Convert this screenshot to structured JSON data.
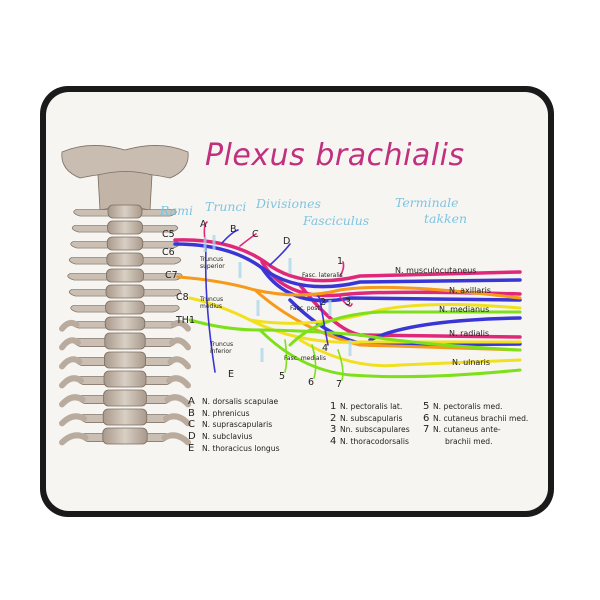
{
  "title": "Plexus brachialis",
  "headers": {
    "rami": "Rami",
    "trunci": "Trunci",
    "divisiones": "Divisiones",
    "fasciculus": "Fasciculus",
    "terminale": "Terminale",
    "takken": "takken"
  },
  "roots": [
    "C5",
    "C6",
    "C7",
    "C8",
    "TH1"
  ],
  "letters": [
    "A",
    "B",
    "C",
    "D",
    "E"
  ],
  "trunks": {
    "superior": [
      "Truncus",
      "superior"
    ],
    "medius": [
      "Truncus",
      "medius"
    ],
    "inferior": [
      "Truncus",
      "inferior"
    ]
  },
  "fasciculi": {
    "lateralis": "Fasc. lateralis",
    "post": "Fasc. post.",
    "medialis": "Fasc. medialis"
  },
  "branch_numbers": [
    "1",
    "2",
    "3",
    "4",
    "5",
    "6",
    "7"
  ],
  "terminal_nerves": [
    "N. musculocutaneus",
    "N. axillaris",
    "N. medianus",
    "N. radialis",
    "N. ulnaris"
  ],
  "legend_letters": [
    {
      "key": "A",
      "text": "N. dorsalis scapulae"
    },
    {
      "key": "B",
      "text": "N. phrenicus"
    },
    {
      "key": "C",
      "text": "N. suprascapularis"
    },
    {
      "key": "D",
      "text": "N. subclavius"
    },
    {
      "key": "E",
      "text": "N. thoracicus longus"
    }
  ],
  "legend_numbers_a": [
    {
      "key": "1",
      "text": "N. pectoralis lat."
    },
    {
      "key": "2",
      "text": "N. subscapularis"
    },
    {
      "key": "3",
      "text": "Nn. subscapulares"
    },
    {
      "key": "4",
      "text": "N. thoracodorsalis"
    }
  ],
  "legend_numbers_b": [
    {
      "key": "5",
      "text": "N. pectoralis med."
    },
    {
      "key": "6",
      "text": "N. cutaneus brachii med."
    },
    {
      "key": "7",
      "text": "N. cutaneus ante-"
    },
    {
      "key": "",
      "text": "brachii med."
    }
  ],
  "colors": {
    "title": "#c0307e",
    "headers": "#7fc4e0",
    "c5": "#e0287a",
    "c6": "#3a36d6",
    "c7": "#f59a1a",
    "c8": "#f0e020",
    "th1": "#7ee01a",
    "mat_border": "#1a1a1a",
    "mat_surface": "#f4f2ee",
    "bone": "#cbbfb3"
  }
}
